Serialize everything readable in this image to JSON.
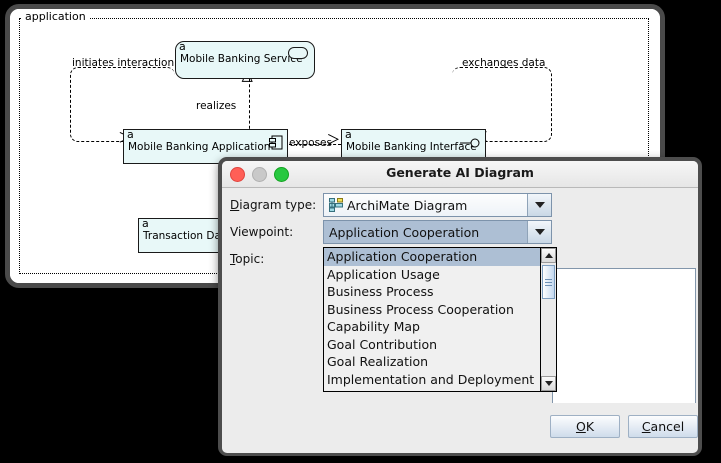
{
  "editor": {
    "grouping_label": "application",
    "elements": [
      {
        "stereotype": "a",
        "name": "Mobile Banking Service",
        "kind": "application-service"
      },
      {
        "stereotype": "a",
        "name": "Mobile Banking Application",
        "kind": "application-component"
      },
      {
        "stereotype": "a",
        "name": "Mobile Banking Interface",
        "kind": "application-interface"
      },
      {
        "stereotype": "a",
        "name": "Transaction Data",
        "kind": "data-object"
      }
    ],
    "relationship_labels": [
      "initiates interaction",
      "realizes",
      "exposes",
      "exchanges data"
    ]
  },
  "dialog": {
    "title": "Generate AI Diagram",
    "traffic_lights": [
      "close-red",
      "minimize-gray",
      "zoom-green"
    ],
    "fields": {
      "diagram_type": {
        "label_prefix": "D",
        "label_rest": "iagram type:",
        "value": "ArchiMate Diagram",
        "icon": "archimate-diagram-icon"
      },
      "viewpoint": {
        "label": "Viewpoint:",
        "value": "Application Cooperation"
      },
      "topic": {
        "label_prefix": "T",
        "label_rest": "opic:",
        "value": ""
      }
    },
    "viewpoint_options": [
      "Application Cooperation",
      "Application Usage",
      "Business Process",
      "Business Process Cooperation",
      "Capability Map",
      "Goal Contribution",
      "Goal Realization",
      "Implementation and Deployment"
    ],
    "selected_option": "Application Cooperation",
    "buttons": {
      "ok_prefix": "O",
      "ok_rest": "K",
      "cancel_prefix": "C",
      "cancel_rest": "ancel"
    }
  },
  "colors": {
    "element_fill": "#e8f8f8",
    "selection_blue": "#adbfd4",
    "dialog_bg": "#ececec"
  }
}
